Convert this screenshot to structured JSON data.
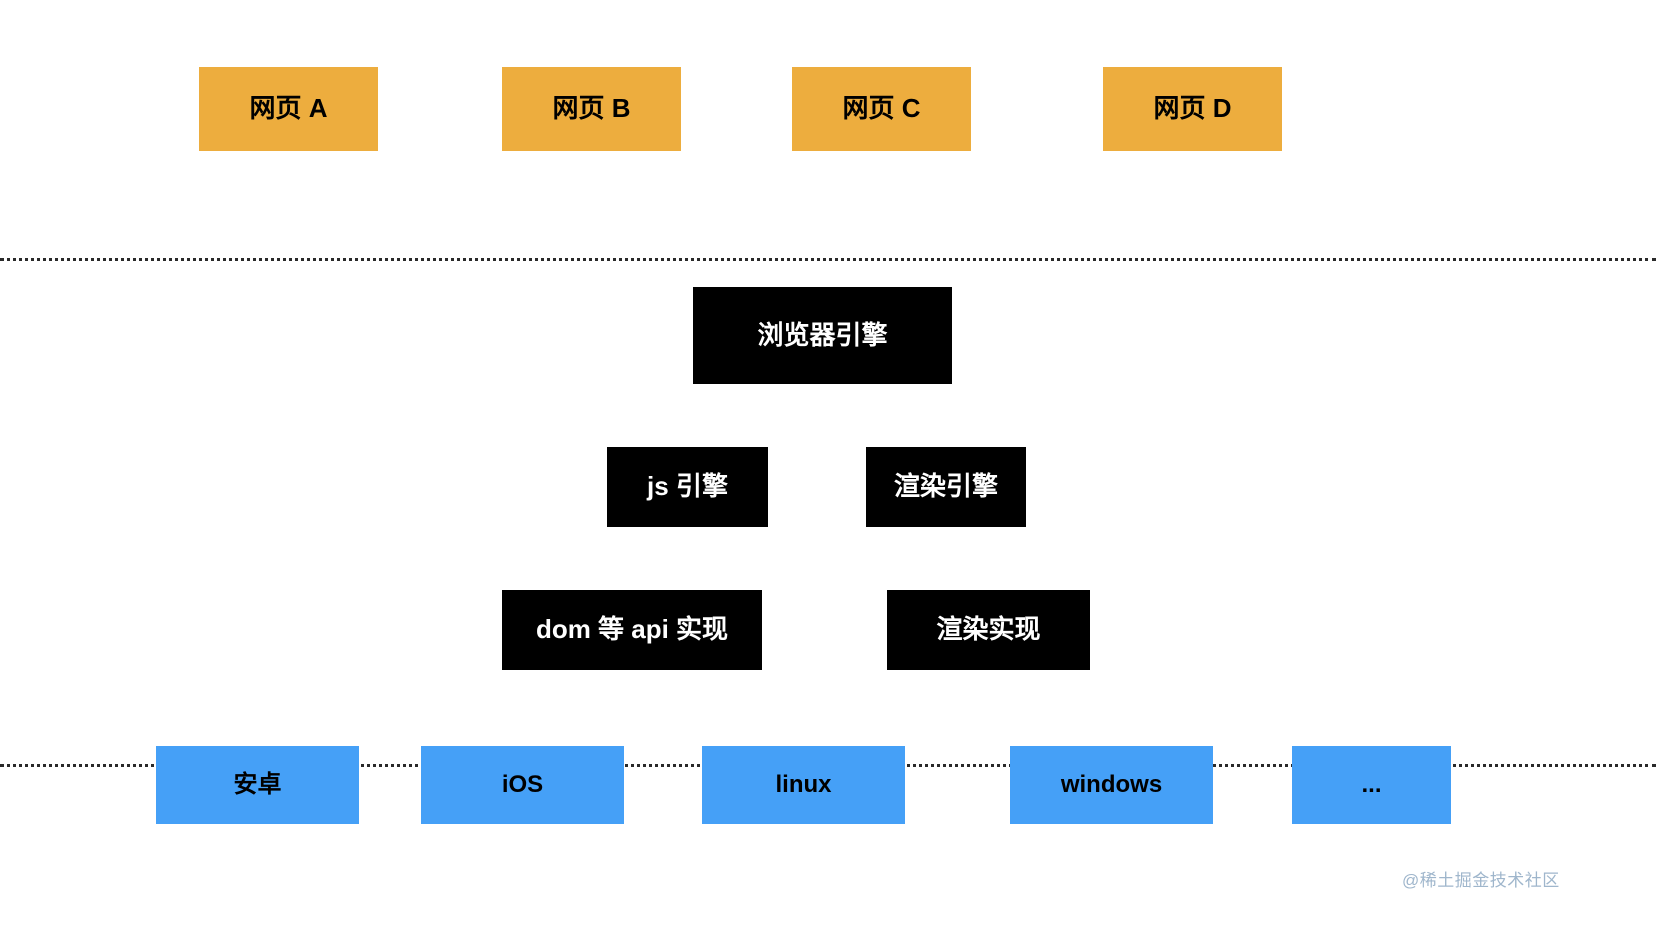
{
  "diagram": {
    "title": "browser-architecture-layers",
    "colors": {
      "page_layer": "#edad3e",
      "engine_layer": "#000000",
      "os_layer": "#45a0f7",
      "divider": "#2a2a2a",
      "background": "#ffffff",
      "watermark": "#9fb6cc"
    },
    "layers": {
      "pages": {
        "name": "web-pages-layer",
        "items": [
          {
            "label": "网页 A"
          },
          {
            "label": "网页 B"
          },
          {
            "label": "网页 C"
          },
          {
            "label": "网页 D"
          }
        ]
      },
      "engine": {
        "name": "browser-engine-layer",
        "root": {
          "label": "浏览器引擎"
        },
        "sub_engines": [
          {
            "label": "js 引擎"
          },
          {
            "label": "渲染引擎"
          }
        ],
        "implementations": [
          {
            "label": "dom 等 api 实现"
          },
          {
            "label": "渲染实现"
          }
        ]
      },
      "os": {
        "name": "operating-system-layer",
        "items": [
          {
            "label": "安卓"
          },
          {
            "label": "iOS"
          },
          {
            "label": "linux"
          },
          {
            "label": "windows"
          },
          {
            "label": "..."
          }
        ]
      }
    },
    "watermark": "@稀土掘金技术社区"
  }
}
